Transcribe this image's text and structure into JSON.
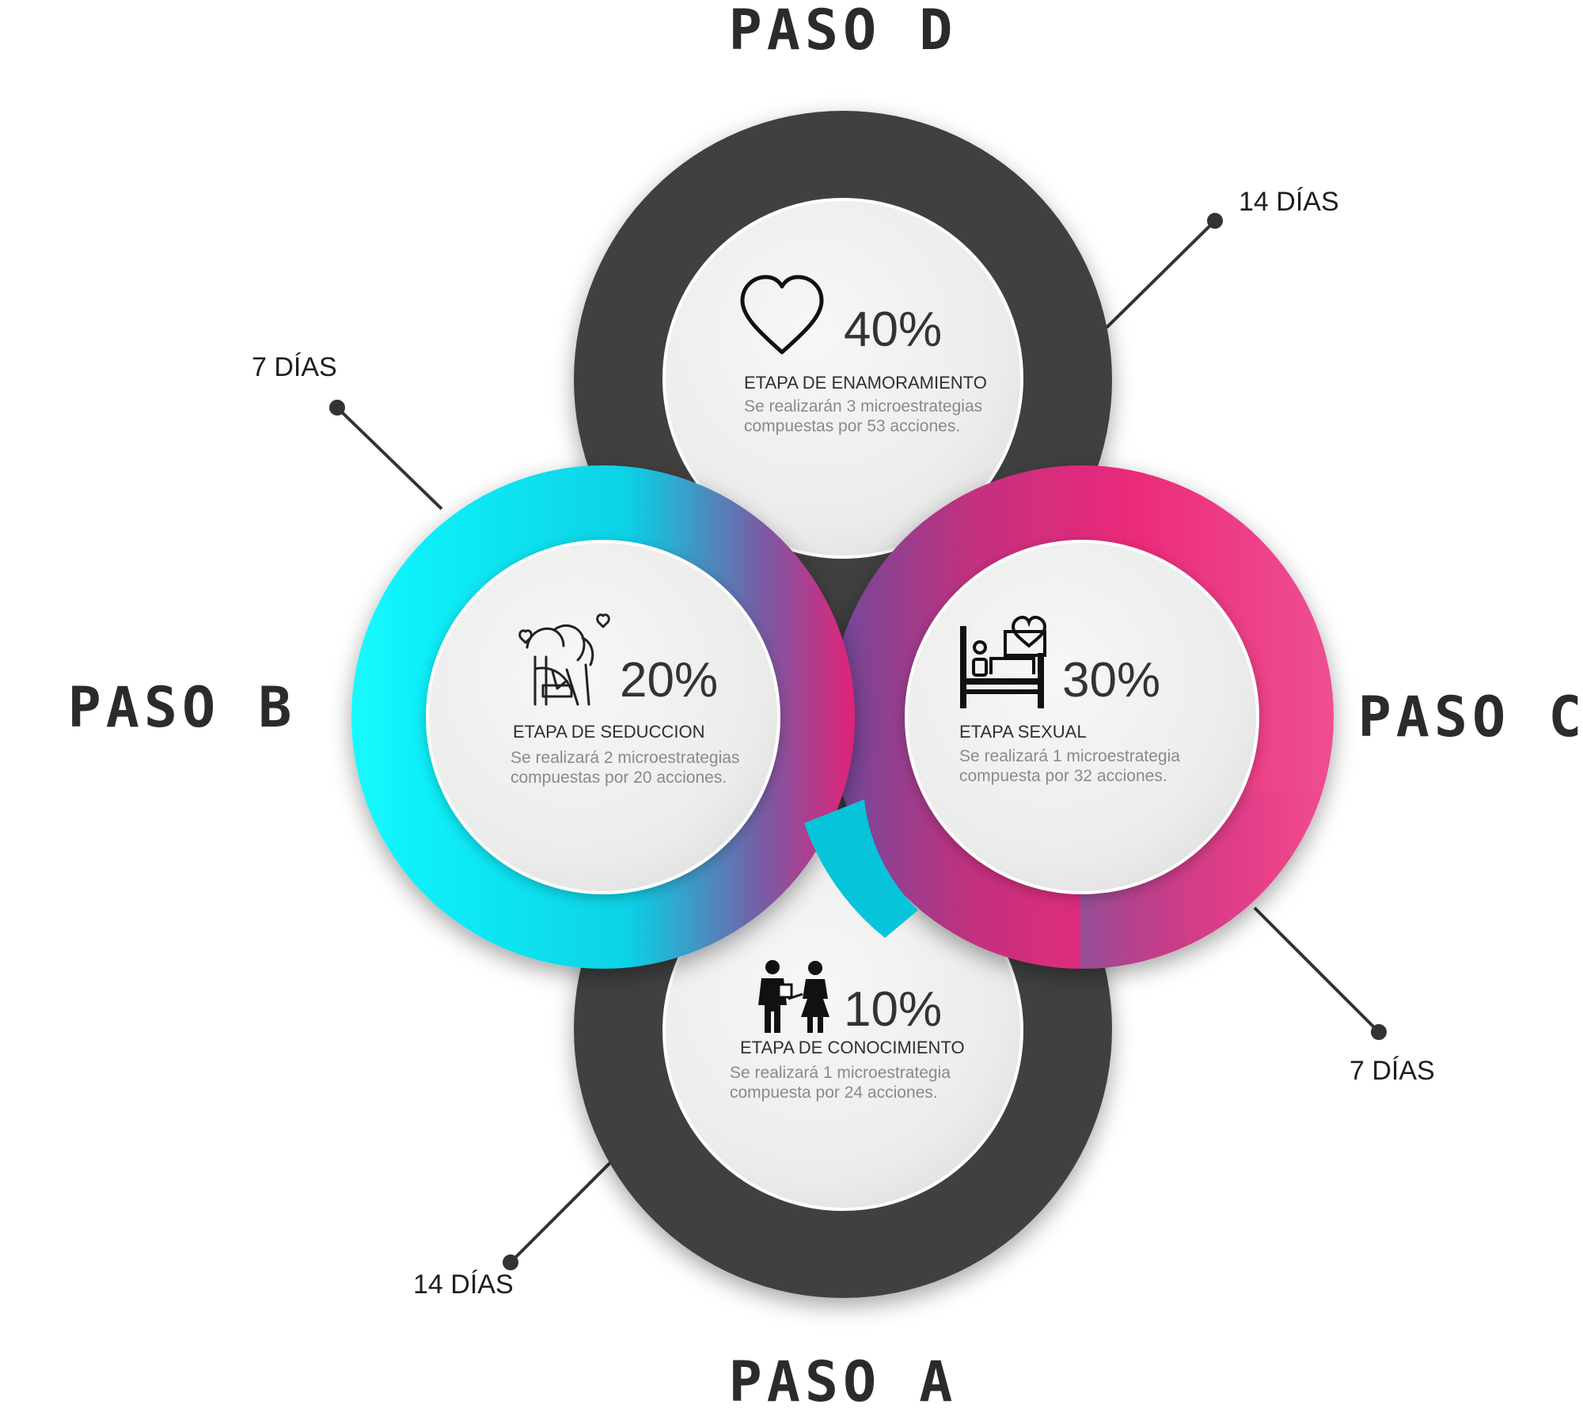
{
  "steps": {
    "a": {
      "label": "PASO A",
      "percent": "10%",
      "title": "ETAPA DE CONOCIMIENTO",
      "desc_line1": "Se realizará 1 microestrategia",
      "desc_line2": "compuesta por 24 acciones.",
      "duration": "14 DÍAS",
      "icon": "people-talking-icon"
    },
    "b": {
      "label": "PASO B",
      "percent": "20%",
      "title": "ETAPA DE SEDUCCION",
      "desc_line1": "Se realizará 2 microestrategias",
      "desc_line2": "compuestas por 20 acciones.",
      "duration": "7 DÍAS",
      "icon": "couple-kiss-icon"
    },
    "c": {
      "label": "PASO C",
      "percent": "30%",
      "title": "ETAPA SEXUAL",
      "desc_line1": "Se realizará 1 microestrategia",
      "desc_line2": "compuesta por 32 acciones.",
      "duration": "7 DÍAS",
      "icon": "bed-heart-icon"
    },
    "d": {
      "label": "PASO D",
      "percent": "40%",
      "title": "ETAPA DE ENAMORAMIENTO",
      "desc_line1": "Se realizarán 3 microestrategias",
      "desc_line2": "compuestas por 53 acciones.",
      "duration": "14 DÍAS",
      "icon": "heart-icon"
    }
  },
  "colors": {
    "dark_ring": "#3f3f41",
    "cyan": "#12f6ff",
    "cyan_dark": "#00b8d2",
    "pink": "#ec2a7a",
    "purple": "#6e4a9c",
    "inner_fill": "#f0f0f0"
  }
}
